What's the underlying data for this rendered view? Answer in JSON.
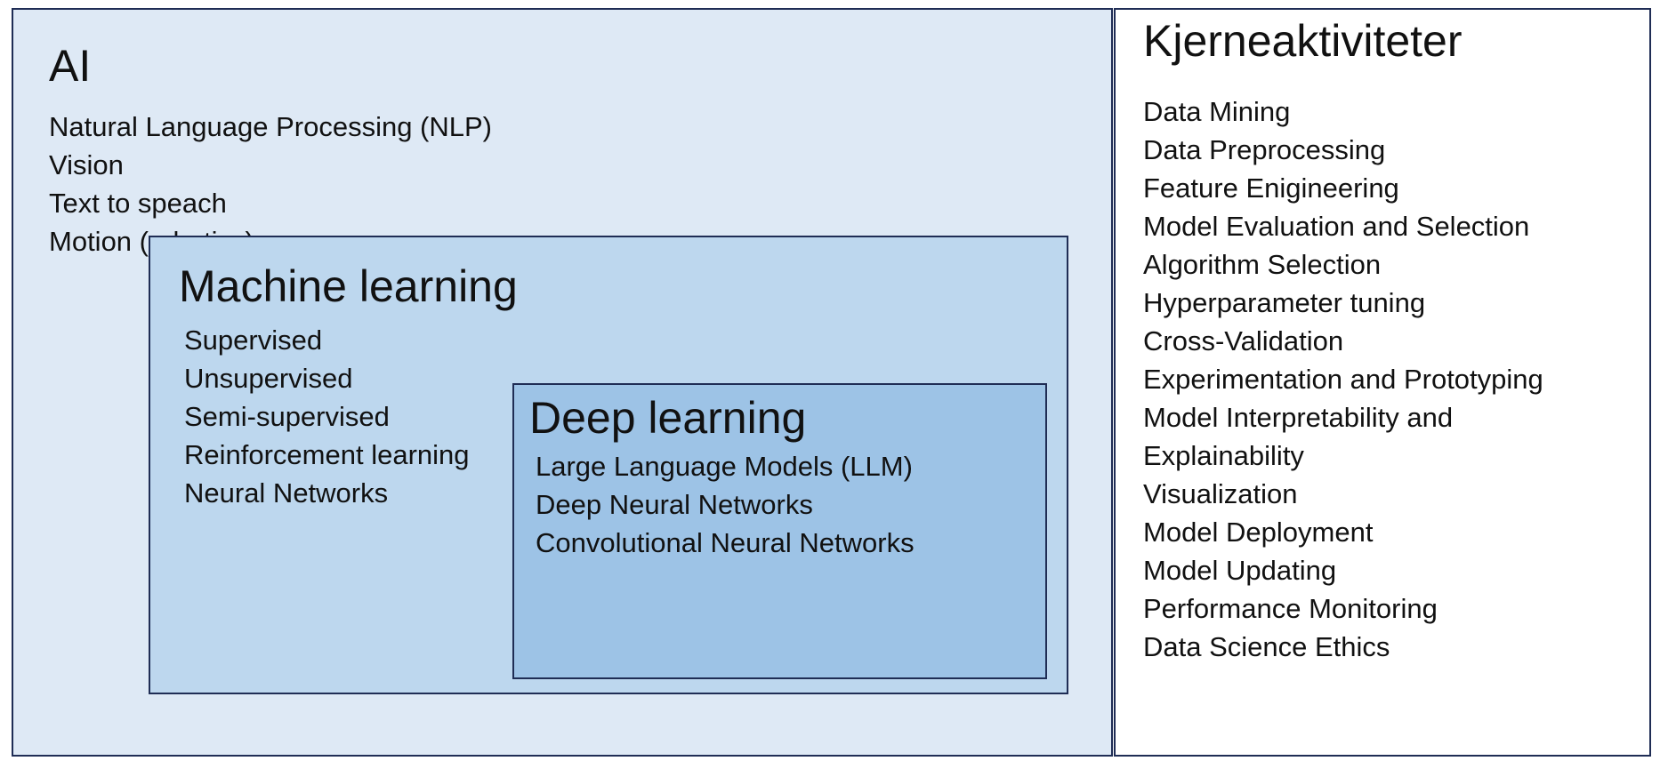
{
  "colors": {
    "ai_fill": "#dee9f5",
    "ml_fill": "#bdd7ee",
    "dl_fill": "#9dc3e6",
    "core_fill": "#ffffff",
    "border": "#1f2d55"
  },
  "ai": {
    "title": "AI",
    "items": [
      "Natural Language Processing (NLP)",
      "Vision",
      "Text to speach",
      "Motion (robotics)"
    ]
  },
  "machine_learning": {
    "title": "Machine learning",
    "items": [
      "Supervised",
      "Unsupervised",
      "Semi-supervised",
      "Reinforcement learning",
      "Neural Networks"
    ]
  },
  "deep_learning": {
    "title": "Deep learning",
    "items": [
      "Large Language Models (LLM)",
      "Deep Neural Networks",
      "Convolutional Neural Networks"
    ]
  },
  "core_activities": {
    "title": "Kjerneaktiviteter",
    "items": [
      "Data Mining",
      "Data Preprocessing",
      "Feature Enigineering",
      "Model Evaluation and Selection",
      "Algorithm Selection",
      "Hyperparameter tuning",
      "Cross-Validation",
      "Experimentation and Prototyping",
      "Model Interpretability and",
      "Explainability",
      "Visualization",
      "Model Deployment",
      "Model Updating",
      "Performance Monitoring",
      "Data Science Ethics"
    ]
  }
}
